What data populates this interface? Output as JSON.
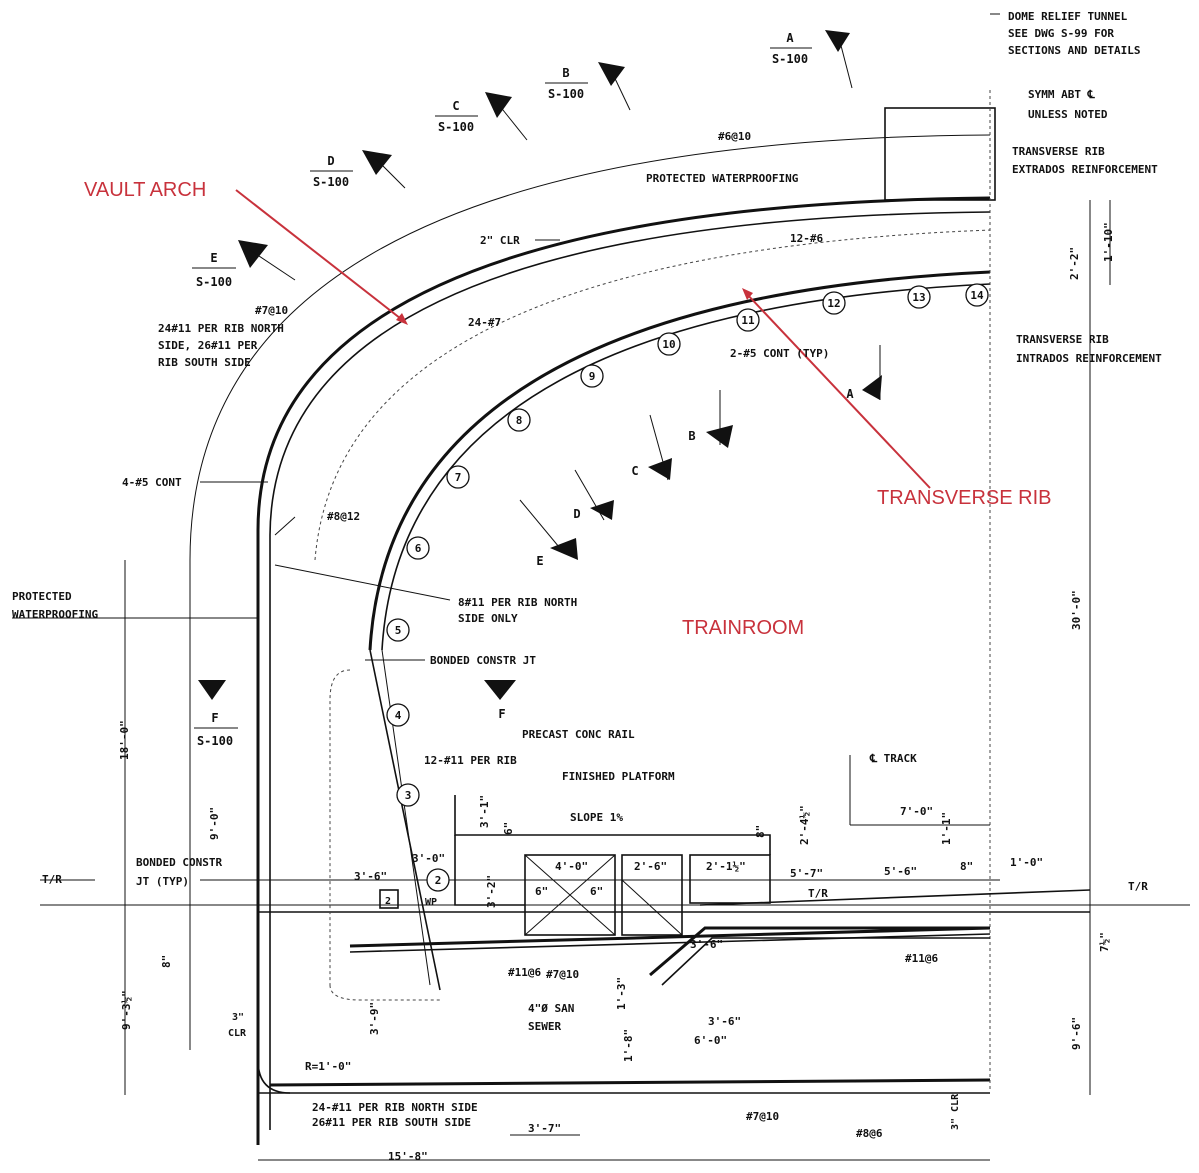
{
  "headings": {
    "vault_arch": "VAULT ARCH",
    "transverse_rib": "TRANSVERSE RIB",
    "trainroom": "TRAINROOM"
  },
  "notes": {
    "dome_relief_1": "DOME RELIEF TUNNEL",
    "dome_relief_2": "SEE DWG S-99 FOR",
    "dome_relief_3": "SECTIONS AND DETAILS",
    "symm_1": "SYMM ABT ℄",
    "symm_2": "UNLESS NOTED",
    "tr_extrados_1": "TRANSVERSE RIB",
    "tr_extrados_2": "EXTRADOS REINFORCEMENT",
    "tr_intrados_1": "TRANSVERSE RIB",
    "tr_intrados_2": "INTRADOS REINFORCEMENT",
    "protected_wp_top": "PROTECTED WATERPROOFING",
    "bar_6_10": "#6@10",
    "clr_2": "2\" CLR",
    "bars_12_6": "12-#6",
    "bars_24_7": "24-#7",
    "bar_7_10_top": "#7@10",
    "per_rib_1": "24#11 PER RIB NORTH",
    "per_rib_2": "SIDE, 26#11 PER",
    "per_rib_3": "RIB SOUTH SIDE",
    "cont_2_5": "2-#5 CONT (TYP)",
    "cont_4_5": "4-#5 CONT",
    "bar_8_12": "#8@12",
    "protected_wp_left_1": "PROTECTED",
    "protected_wp_left_2": "WATERPROOFING",
    "per_rib_north_1": "8#11 PER RIB NORTH",
    "per_rib_north_2": "SIDE ONLY",
    "bonded_jt": "BONDED CONSTR JT",
    "precast_rail": "PRECAST CONC RAIL",
    "bars_12_11": "12-#11 PER RIB",
    "finished_platform": "FINISHED PLATFORM",
    "slope": "SLOPE 1%",
    "track": "℄ TRACK",
    "bonded_jt_typ_1": "BONDED CONSTR",
    "bonded_jt_typ_2": "JT (TYP)",
    "tr_left": "T/R",
    "tr_right": "T/R",
    "tr_mid": "T/R",
    "bar_11_6_left": "#11@6",
    "bar_11_6_right": "#11@6",
    "bar_7_10_mid": "#7@10",
    "san_sewer_1": "4\"Ø SAN",
    "san_sewer_2": "SEWER",
    "r_1": "R=1'-0\"",
    "bottom_bars_1": "24-#11 PER RIB NORTH SIDE",
    "bottom_bars_2": "26#11 PER RIB SOUTH SIDE",
    "bar_7_10_bot": "#7@10",
    "bar_8_6": "#8@6",
    "clr_3_a": "3\"",
    "clr_3_a2": "CLR",
    "clr_3_b": "3\" CLR",
    "wp": "WP",
    "box_2": "2"
  },
  "dimensions": {
    "d_1_10": "1'-10\"",
    "d_2_2": "2'-2\"",
    "d_30_0": "30'-0\"",
    "d_18_0": "18'-0\"",
    "d_9_0": "9'-0\"",
    "d_8_0_left": "8\"",
    "d_9_3": "9'-3½\"",
    "d_7_0": "7'-0\"",
    "d_1_1": "1'-1\"",
    "d_1_0": "1'-0\"",
    "d_5_6": "5'-6\"",
    "d_8_right": "8\"",
    "d_5_7": "5'-7\"",
    "d_2_1": "2'-1½\"",
    "d_2_6": "2'-6\"",
    "d_4_0": "4'-0\"",
    "d_6a": "6\"",
    "d_6b": "6\"",
    "d_3_0": "3'-0\"",
    "d_3_6": "3'-6\"",
    "d_3_1": "3'-1\"",
    "d_3_2": "3'-2\"",
    "d_2_4": "2'-4½\"",
    "d_8_plat": "8\"",
    "d_6_plat": "6\"",
    "d_3_6_b": "3'-6\"",
    "d_6_0": "6'-0\"",
    "d_1_3": "1'-3\"",
    "d_1_8": "1'-8\"",
    "d_3_9": "3'-9\"",
    "d_3_7": "3'-7\"",
    "d_15_8": "15'-8\"",
    "d_9_6": "9'-6\"",
    "d_7_half": "7½\"",
    "d_3_6_c": "3'-6\""
  },
  "sections": [
    {
      "letter": "A",
      "ref": "S-100"
    },
    {
      "letter": "B",
      "ref": "S-100"
    },
    {
      "letter": "C",
      "ref": "S-100"
    },
    {
      "letter": "D",
      "ref": "S-100"
    },
    {
      "letter": "E",
      "ref": "S-100"
    },
    {
      "letter": "F",
      "ref": "S-100"
    }
  ],
  "section_letters": [
    "A",
    "B",
    "C",
    "D",
    "E",
    "F"
  ],
  "rib_numbers": [
    "2",
    "3",
    "4",
    "5",
    "6",
    "7",
    "8",
    "9",
    "10",
    "11",
    "12",
    "13",
    "14"
  ]
}
